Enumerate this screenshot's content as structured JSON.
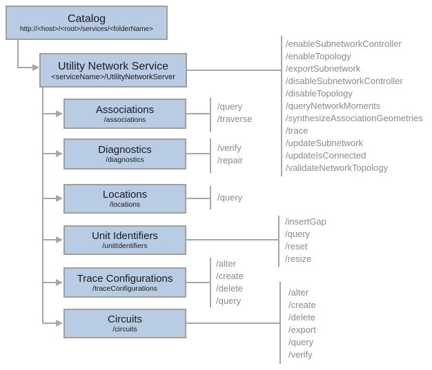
{
  "colors": {
    "box_fill": "#b8cce4",
    "box_border": "#9e9e9e",
    "connector": "#a6a6a6",
    "operation_text": "#8a8a8a",
    "title_text": "#1a1a1a",
    "background": "#ffffff"
  },
  "nodes": {
    "catalog": {
      "title": "Catalog",
      "subtitle": "http://<host>/<root>/services/<folderName>"
    },
    "utility_network_service": {
      "title": "Utility Network Service",
      "subtitle": "<serviceName>/UtilityNetworkServer",
      "operations": [
        "/enableSubnetworkController",
        "/enableTopology",
        "/exportSubnetwork",
        "/disableSubnetworkController",
        "/disableTopology",
        "/queryNetworkMoments",
        "/synthesizeAssociationGeometries",
        "/trace",
        "/updateSubnetwork",
        "/updateIsConnected",
        "/validateNetworkTopology"
      ]
    },
    "associations": {
      "title": "Associations",
      "subtitle": "/associations",
      "operations": [
        "/query",
        "/traverse"
      ]
    },
    "diagnostics": {
      "title": "Diagnostics",
      "subtitle": "/diagnostics",
      "operations": [
        "/verify",
        "/repair"
      ]
    },
    "locations": {
      "title": "Locations",
      "subtitle": "/locations",
      "operations": [
        "/query"
      ]
    },
    "unit_identifiers": {
      "title": "Unit Identifiers",
      "subtitle": "/unitIdentifiers",
      "operations": [
        "/insertGap",
        "/query",
        "/reset",
        "/resize"
      ]
    },
    "trace_configurations": {
      "title": "Trace Configurations",
      "subtitle": "/traceConfigurations",
      "operations": [
        "/alter",
        "/create",
        "/delete",
        "/query"
      ]
    },
    "circuits": {
      "title": "Circuits",
      "subtitle": "/circuits",
      "operations": [
        "/alter",
        "/create",
        "/delete",
        "/export",
        "/query",
        "/verify"
      ]
    }
  }
}
